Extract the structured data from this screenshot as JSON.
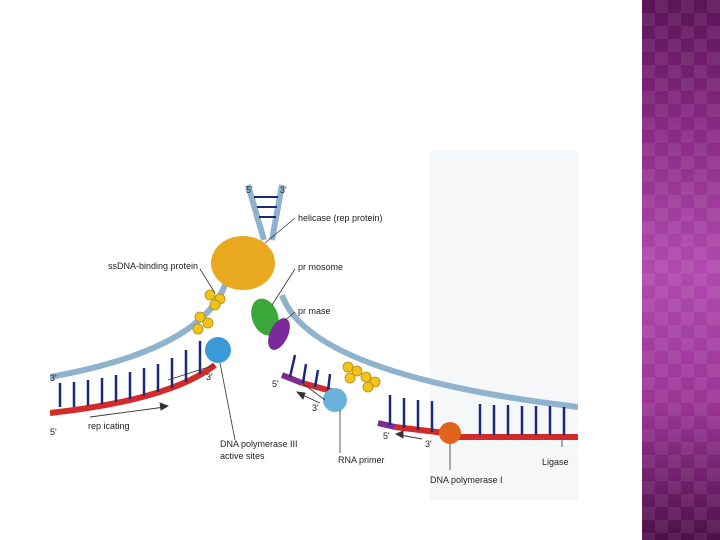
{
  "labels": {
    "helicase": "helicase (rep protein)",
    "primosome": "pr mosome",
    "primase": "pr mase",
    "ssb": "ssDNA-binding protein",
    "polIII": "DNA polymerase III",
    "polIII_line2": "active sites",
    "replicating": "rep icating",
    "rna_primer": "RNA primer",
    "polI": "DNA polymerase I",
    "ligase": "Ligase"
  },
  "ends": {
    "top_5": "5'",
    "top_3": "3'",
    "left_3": "3'",
    "left_5": "5'",
    "mid_3": "3'",
    "lag_5a": "5'",
    "lag_3a": "3'",
    "lag_5b": "5'",
    "lag_3b": "3'"
  },
  "colors": {
    "panel": "#8a2a86",
    "parent_strand": "#8fb3cc",
    "new_strand": "#d42a2a",
    "rna_primer": "#7b2d8e",
    "helicase": "#e8a820",
    "primosome": "#3aa83a",
    "primase": "#7a2a9a",
    "polIII": "#3a9ad8",
    "polI": "#e0651a",
    "ssb": "#f2c419",
    "bases": "#1a2a7a"
  }
}
